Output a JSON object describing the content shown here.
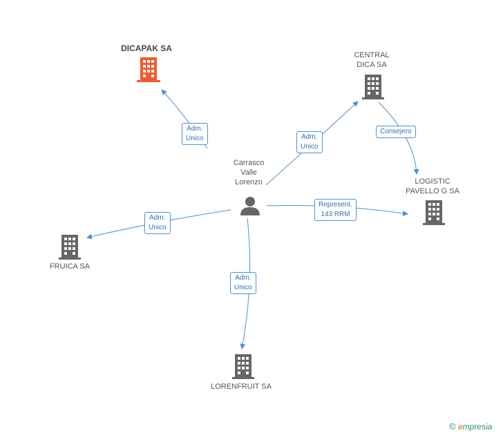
{
  "colors": {
    "edge": "#4a90d9",
    "building_main": "#f25a2c",
    "building": "#666666",
    "person": "#666666"
  },
  "nodes": {
    "person": {
      "label": [
        "Carrasco",
        "Valle",
        "Lorenzo"
      ],
      "icon": "person-icon"
    },
    "dicapak": {
      "label": [
        "DICAPAK SA"
      ],
      "icon": "building-icon"
    },
    "central": {
      "label": [
        "CENTRAL",
        "DICA SA"
      ],
      "icon": "building-icon"
    },
    "logistic": {
      "label": [
        "LOGISTIC",
        "PAVELLO G SA"
      ],
      "icon": "building-icon"
    },
    "fruica": {
      "label": [
        "FRUICA SA"
      ],
      "icon": "building-icon"
    },
    "lorenfruit": {
      "label": [
        "LORENFRUIT SA"
      ],
      "icon": "building-icon"
    }
  },
  "relations": {
    "dicapak": [
      "Adm.",
      "Unico"
    ],
    "central": [
      "Adm.",
      "Unico"
    ],
    "consejero": [
      "Consejero"
    ],
    "logistic": [
      "Represent.",
      "143 RRM"
    ],
    "fruica": [
      "Adm.",
      "Unico"
    ],
    "lorenfruit": [
      "Adm.",
      "Unico"
    ]
  },
  "brand": {
    "copyright": "©",
    "initial": "e",
    "rest": "mpresia"
  }
}
